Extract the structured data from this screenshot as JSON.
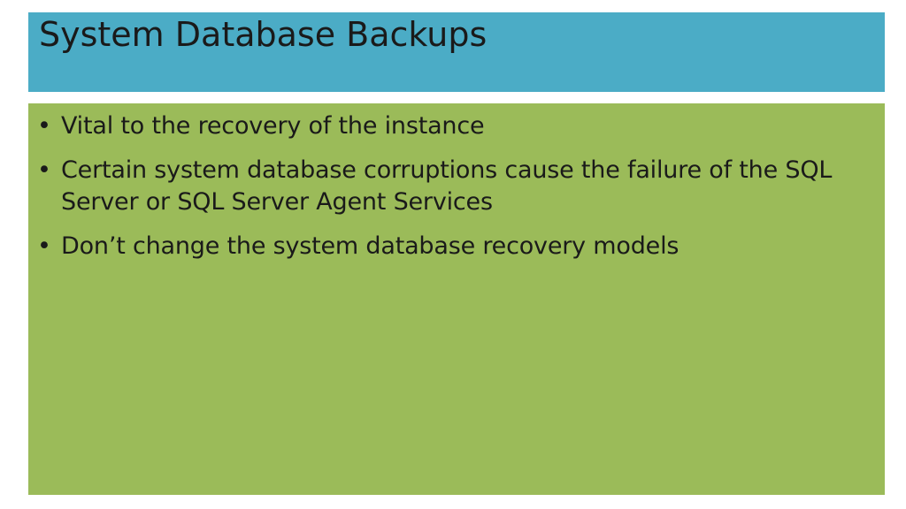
{
  "slide": {
    "title": "System Database Backups",
    "bullets": [
      "Vital to the recovery of the instance",
      "Certain system database corruptions cause the failure of the SQL Server or SQL Server Agent Services",
      "Don’t change the system database recovery models"
    ],
    "bullet_symbol": "•"
  },
  "colors": {
    "title_background": "#4bacc6",
    "content_background": "#9bbb59",
    "text": "#1a1a1a"
  }
}
